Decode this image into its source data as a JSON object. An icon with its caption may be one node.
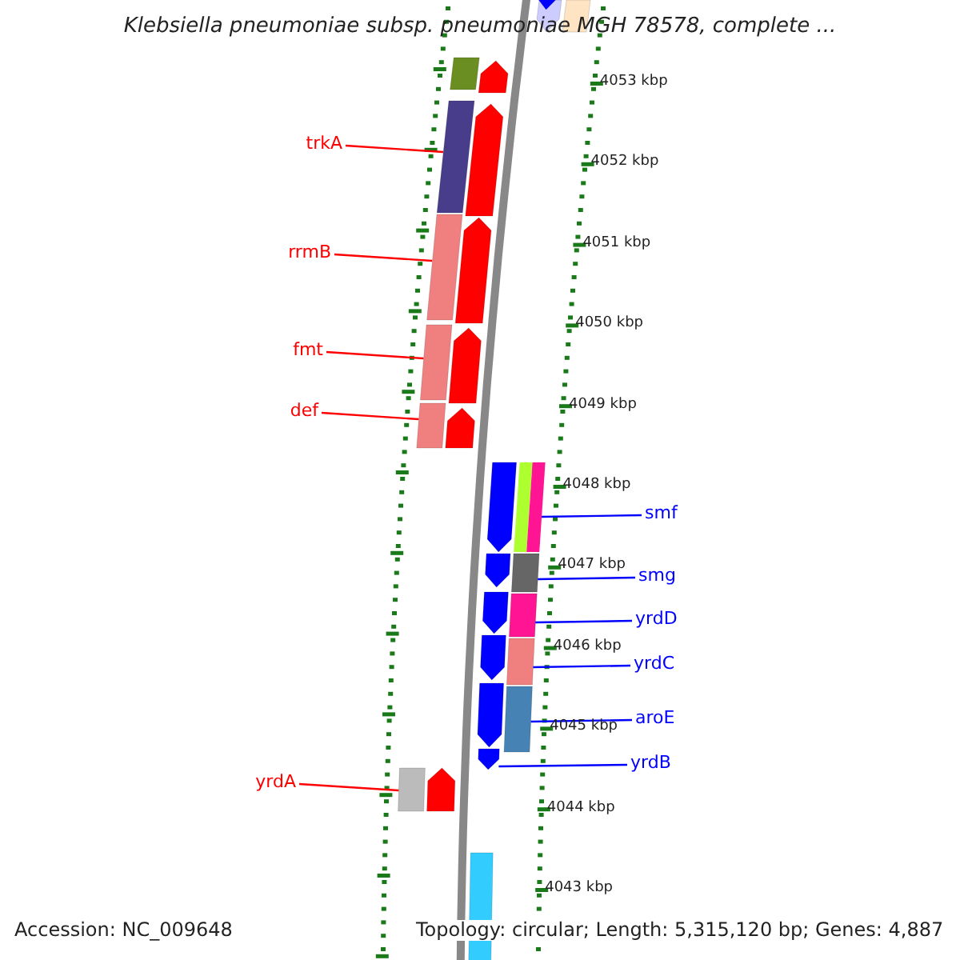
{
  "diagram": {
    "title": "Klebsiella pneumoniae subsp. pneumoniae MGH 78578, complete ...",
    "nodes": [
      {
        "text": [
          "trkA"
        ]
      },
      {
        "text": [],
        "shape": "box"
      },
      {
        "text": [
          "rrmB"
        ]
      },
      {
        "text": [],
        "shape": "box"
      },
      {
        "text": [
          "fmt"
        ]
      },
      {
        "text": [],
        "shape": "box"
      },
      {
        "text": [
          "def"
        ]
      },
      {
        "text": [],
        "shape": "box"
      },
      {
        "text": [
          "smf"
        ]
      },
      {
        "text": [],
        "shape": "box"
      },
      {
        "text": [
          "smg"
        ]
      },
      {
        "text": [],
        "shape": "box"
      },
      {
        "text": [
          "yrdD"
        ]
      },
      {
        "text": [],
        "shape": "box"
      },
      {
        "text": [
          "yrdC"
        ]
      },
      {
        "text": [],
        "shape": "box"
      },
      {
        "text": [
          "aroE"
        ]
      },
      {
        "text": [],
        "shape": "box"
      },
      {
        "text": [
          "yrdB"
        ]
      },
      {
        "text": [],
        "shape": "box"
      },
      {
        "text": [
          "yrdA"
        ]
      },
      {
        "text": [],
        "shape": "box"
      }
    ],
    "edges": [
      {
        "from": 0,
        "to": 1,
        "arrow": "none",
        "color": "#ff0000"
      },
      {
        "from": 2,
        "to": 3,
        "arrow": "none",
        "color": "#ff0000"
      },
      {
        "from": 4,
        "to": 5,
        "arrow": "none",
        "color": "#ff0000"
      },
      {
        "from": 6,
        "to": 7,
        "arrow": "none",
        "color": "#ff0000"
      },
      {
        "from": 8,
        "to": 9,
        "arrow": "none"
      },
      {
        "from": 10,
        "to": 11,
        "arrow": "none"
      },
      {
        "from": 12,
        "to": 13,
        "arrow": "none"
      },
      {
        "from": 14,
        "to": 15,
        "arrow": "none"
      },
      {
        "from": 16,
        "to": 17,
        "arrow": "none"
      },
      {
        "from": 18,
        "to": 19,
        "arrow": "none"
      },
      {
        "from": 20,
        "to": 21,
        "arrow": "none",
        "color": "#ff0000"
      }
    ],
    "labels": [
      "4053 kbp",
      "4052 kbp",
      "4051 kbp",
      "4050 kbp",
      "4049 kbp",
      "4048 kbp",
      "4047 kbp",
      "4046 kbp",
      "4045 kbp",
      "4044 kbp",
      "4043 kbp",
      "Accession: NC_009648",
      "Topology: circular; Length: 5,315,120 bp; Genes: 4,887"
    ]
  }
}
